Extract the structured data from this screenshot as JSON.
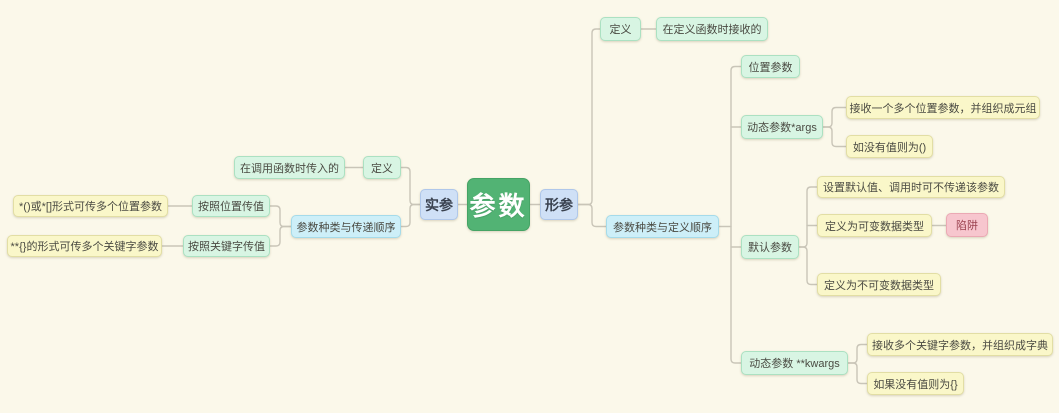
{
  "app": {
    "type": "mindmap",
    "topic": "Python function parameters"
  },
  "colors": {
    "background": "#FBF8EA",
    "root_green": "#52B374",
    "branch_mint": "#D8F5E3",
    "branch_cyan": "#CDEFF8",
    "branch_blue": "#CFE0F6",
    "leaf_yellow": "#FAF7C9",
    "warn_pink": "#F7C6CE",
    "connector": "#C9C5B8"
  },
  "root": {
    "label": "参数"
  },
  "actual_params": {
    "node": "实参",
    "definition": "定义",
    "definition_note": "在调用函数时传入的",
    "order": "参数种类与传递顺序",
    "by_position": "按照位置传值",
    "by_position_note": "*()或*[]形式可传多个位置参数",
    "by_keyword": "按照关键字传值",
    "by_keyword_note": "**{}的形式可传多个关键字参数"
  },
  "formal_params": {
    "node": "形参",
    "definition": "定义",
    "definition_note": "在定义函数时接收的",
    "order": "参数种类与定义顺序",
    "positional": "位置参数",
    "args": "动态参数*args",
    "args_note1": "接收一个多个位置参数，并组织成元组",
    "args_note2": "如没有值则为()",
    "default": "默认参数",
    "default_note1": "设置默认值、调用时可不传递该参数",
    "default_mutable": "定义为可变数据类型",
    "default_mutable_trap": "陷阱",
    "default_immutable": "定义为不可变数据类型",
    "kwargs": "动态参数 **kwargs",
    "kwargs_note1": "接收多个关键字参数，并组织成字典",
    "kwargs_note2": "如果没有值则为{}"
  }
}
